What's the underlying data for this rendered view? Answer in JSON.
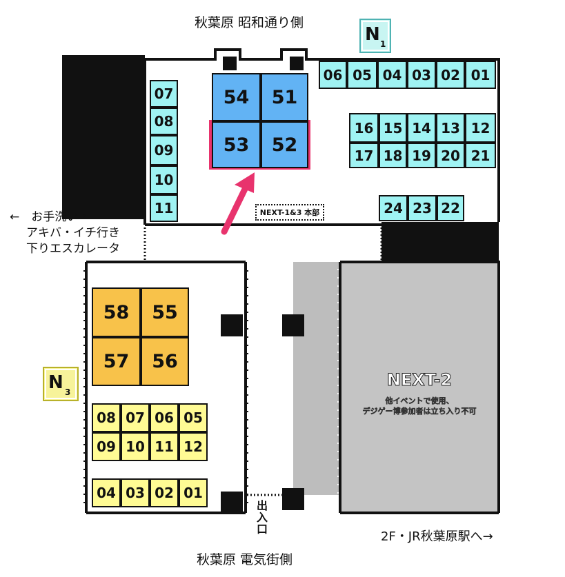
{
  "labels": {
    "top": "秋葉原 昭和通り側",
    "bottom": "秋葉原 電気街側",
    "left_line1": "←　お手洗い・",
    "left_line2": "アキバ・イチ行き",
    "left_line3": "下りエスカレータ",
    "jr": "2F・JR秋葉原駅へ→",
    "hq": "NEXT-1&3 本部",
    "exit_line1": "出",
    "exit_line2": "入",
    "exit_line3": "口"
  },
  "next2": {
    "title": "NEXT-2",
    "note_line1": "他イベントで使用、",
    "note_line2": "デジゲー博参加者は立ち入り不可"
  },
  "area_tags": {
    "n1": {
      "main": "N",
      "sub": "1"
    },
    "n3": {
      "main": "N",
      "sub": "3"
    }
  },
  "booths": {
    "cyan": [
      "06",
      "05",
      "04",
      "03",
      "02",
      "01",
      "16",
      "15",
      "14",
      "13",
      "12",
      "17",
      "18",
      "19",
      "20",
      "21",
      "24",
      "23",
      "22",
      "07",
      "08",
      "09",
      "10",
      "11"
    ],
    "blue": [
      "54",
      "51",
      "53",
      "52"
    ],
    "orange": [
      "58",
      "55",
      "57",
      "56"
    ],
    "yellow": [
      "08",
      "07",
      "06",
      "05",
      "09",
      "10",
      "11",
      "12",
      "04",
      "03",
      "02",
      "01"
    ]
  },
  "colors": {
    "cyan": "#9ff3f3",
    "blue": "#62b3f4",
    "orange": "#f8c24a",
    "yellow": "#fffb94",
    "highlight": "#e8336d",
    "wall": "#111111",
    "next2_fill": "#c4c4c4",
    "corridor_gray": "#bdbdbd",
    "n1_tag": "#c8f5f2",
    "n3_tag": "#f7f39a"
  }
}
